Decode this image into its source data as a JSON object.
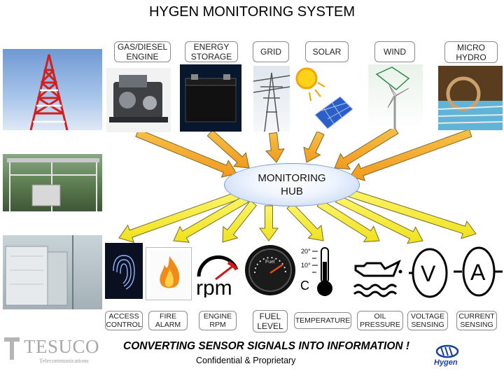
{
  "title": "HYGEN MONITORING SYSTEM",
  "sources": [
    {
      "id": "gas-diesel-engine",
      "label": "GAS/DIESEL\nENGINE"
    },
    {
      "id": "energy-storage",
      "label": "ENERGY\nSTORAGE"
    },
    {
      "id": "grid",
      "label": "GRID"
    },
    {
      "id": "solar",
      "label": "SOLAR"
    },
    {
      "id": "wind",
      "label": "WIND"
    },
    {
      "id": "micro-hydro",
      "label": "MICRO\nHYDRO"
    }
  ],
  "hub": {
    "label": "MONITORING\nHUB"
  },
  "sensors": [
    {
      "id": "access-control",
      "label": "ACCESS\nCONTROL"
    },
    {
      "id": "fire-alarm",
      "label": "FIRE\nALARM"
    },
    {
      "id": "engine-rpm",
      "label": "ENGINE\nRPM",
      "icon_text": "rpm"
    },
    {
      "id": "fuel-level",
      "label": "FUEL\nLEVEL"
    },
    {
      "id": "temperature",
      "label": "TEMPERATURE",
      "icon_text": "C"
    },
    {
      "id": "oil-pressure",
      "label": "OIL\nPRESSURE"
    },
    {
      "id": "voltage-sensing",
      "label": "VOLTAGE\nSENSING",
      "icon_text": "V"
    },
    {
      "id": "current-sensing",
      "label": "CURRENT\nSENSING",
      "icon_text": "A"
    }
  ],
  "thermo_ticks": [
    "20°",
    "10°"
  ],
  "fuel_gauge_text": "Fuel",
  "tagline": "CONVERTING SENSOR SIGNALS INTO INFORMATION !",
  "footer": "Confidential & Proprietary",
  "logos": {
    "tesuco": "TESUCO",
    "tesuco_sub": "Telecommunications",
    "hygen": "Hygen"
  },
  "colors": {
    "arrow_top": "#f5a52a",
    "arrow_bottom": "#f2ea2a",
    "arrow_stroke": "#7a6a2a",
    "hub_fill": "#dfe9fb"
  }
}
